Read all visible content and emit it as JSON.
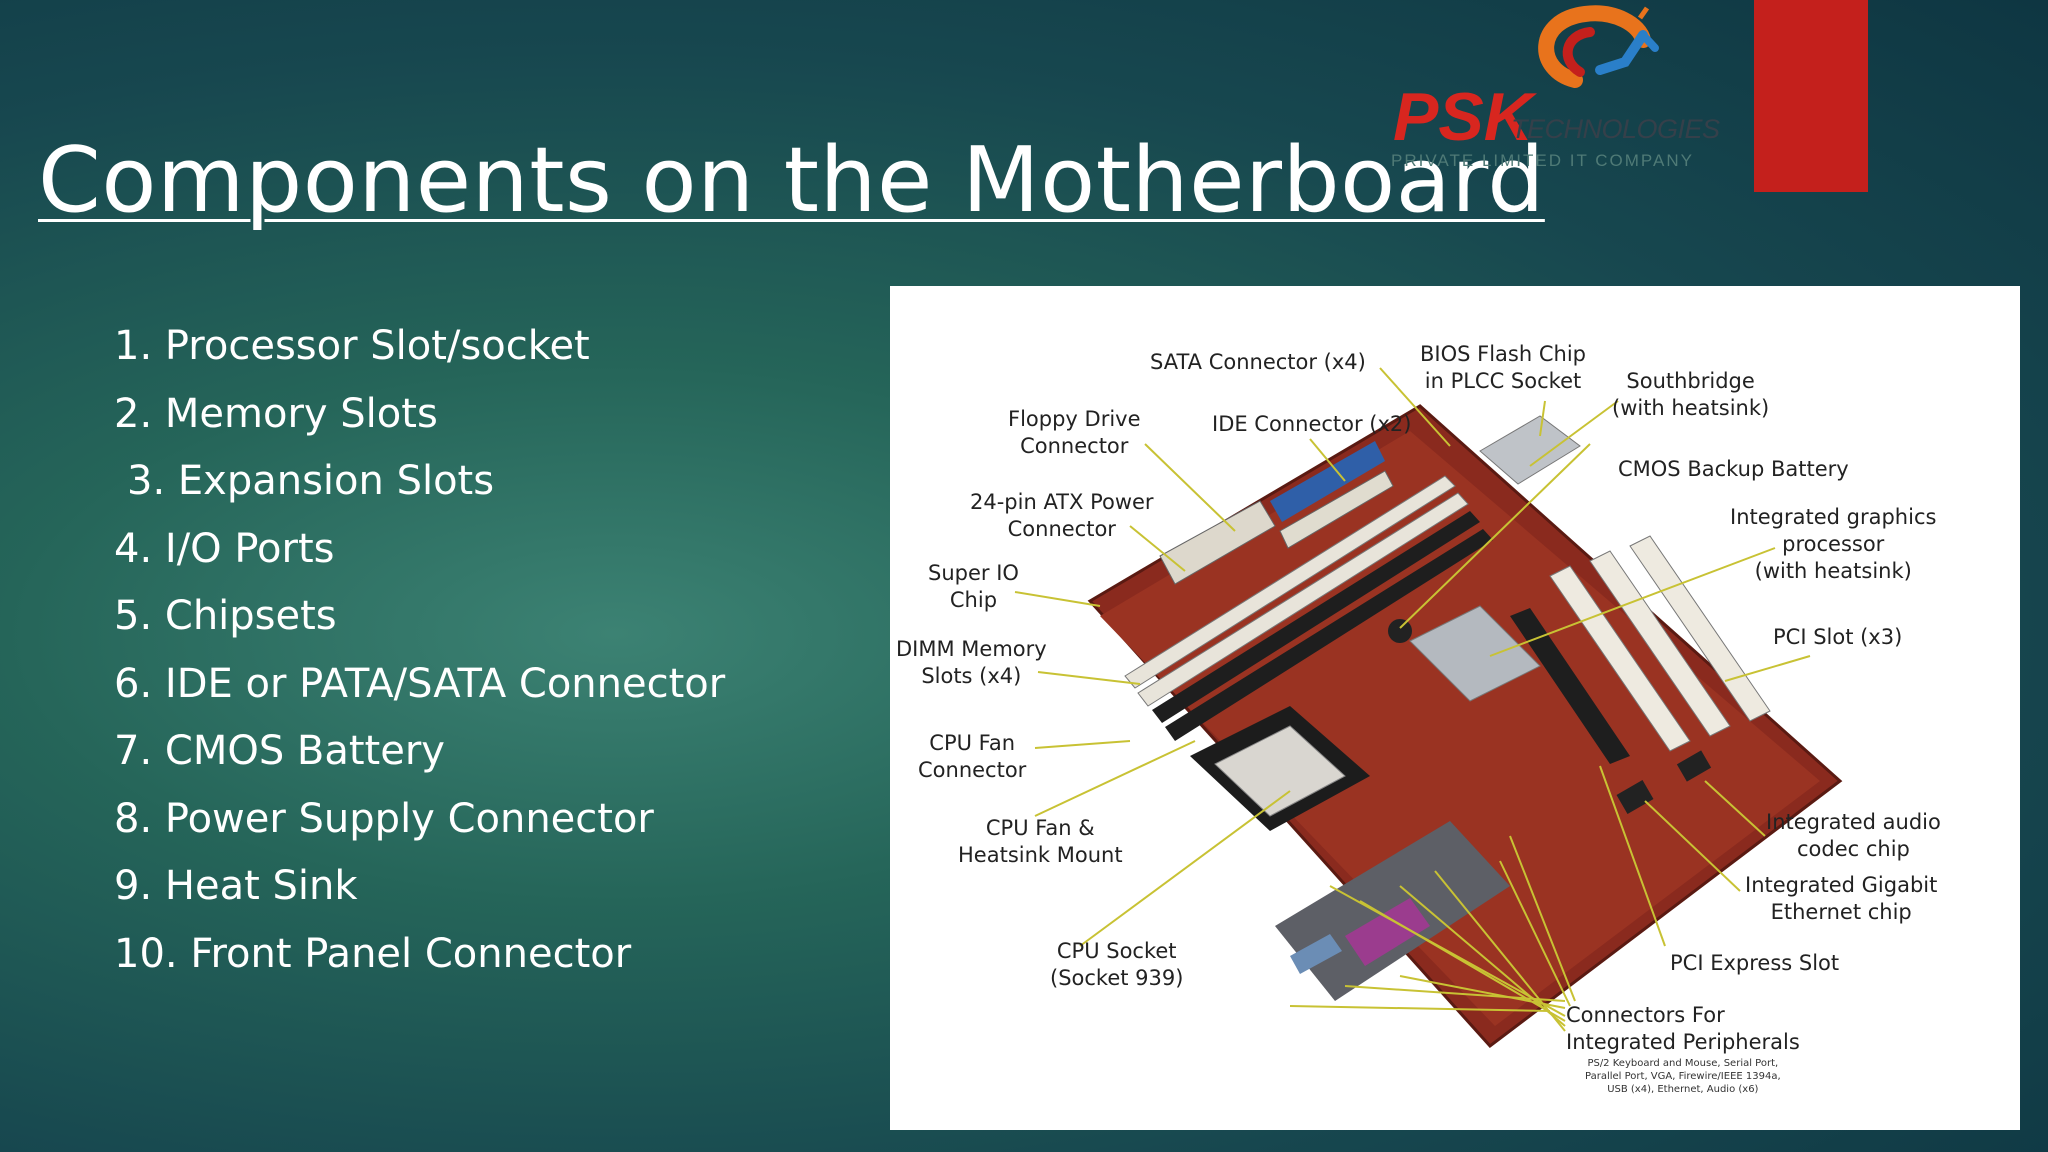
{
  "slide": {
    "title": "Components on the Motherboard"
  },
  "logo": {
    "brand": "PSK",
    "sub": "TECHNOLOGIES",
    "tagline": "PRIVATE LIMITED IT COMPANY"
  },
  "list": [
    {
      "num": "1.",
      "text": "Processor Slot/socket"
    },
    {
      "num": "2.",
      "text": "Memory Slots"
    },
    {
      "num": "3.",
      "text": "Expansion Slots"
    },
    {
      "num": "4.",
      "text": "I/O Ports"
    },
    {
      "num": "5.",
      "text": "Chipsets"
    },
    {
      "num": "6.",
      "text": "IDE or PATA/SATA Connector"
    },
    {
      "num": "7.",
      "text": "CMOS Battery"
    },
    {
      "num": "8.",
      "text": "Power Supply Connector"
    },
    {
      "num": "9.",
      "text": "Heat Sink"
    },
    {
      "num": "10.",
      "text": "Front Panel Connector"
    }
  ],
  "figure": {
    "callouts": {
      "sata": "SATA Connector (x4)",
      "bios": "BIOS Flash Chip\nin PLCC Socket",
      "southbridge": "Southbridge\n(with heatsink)",
      "floppy": "Floppy Drive\nConnector",
      "ide": "IDE Connector (x2)",
      "cmos": "CMOS Backup Battery",
      "atx": "24-pin ATX Power\nConnector",
      "igp": "Integrated graphics\nprocessor\n(with heatsink)",
      "superio": "Super IO\nChip",
      "dimm": "DIMM Memory\nSlots (x4)",
      "pci": "PCI Slot (x3)",
      "cpufan": "CPU Fan\nConnector",
      "heatsink": "CPU Fan &\nHeatsink Mount",
      "audio": "Integrated audio\ncodec chip",
      "ethernet": "Integrated Gigabit\nEthernet chip",
      "socket": "CPU Socket\n(Socket 939)",
      "pcie": "PCI Express Slot",
      "peripherals": "Connectors For\nIntegrated Peripherals",
      "peripherals_detail": "PS/2 Keyboard and Mouse, Serial Port,\nParallel Port, VGA, Firewire/IEEE 1394a,\nUSB (x4), Ethernet, Audio (x6)"
    }
  },
  "colors": {
    "accent_red": "#c4201c",
    "leader_line": "#c8c234",
    "board_red": "#8a2a1e"
  }
}
